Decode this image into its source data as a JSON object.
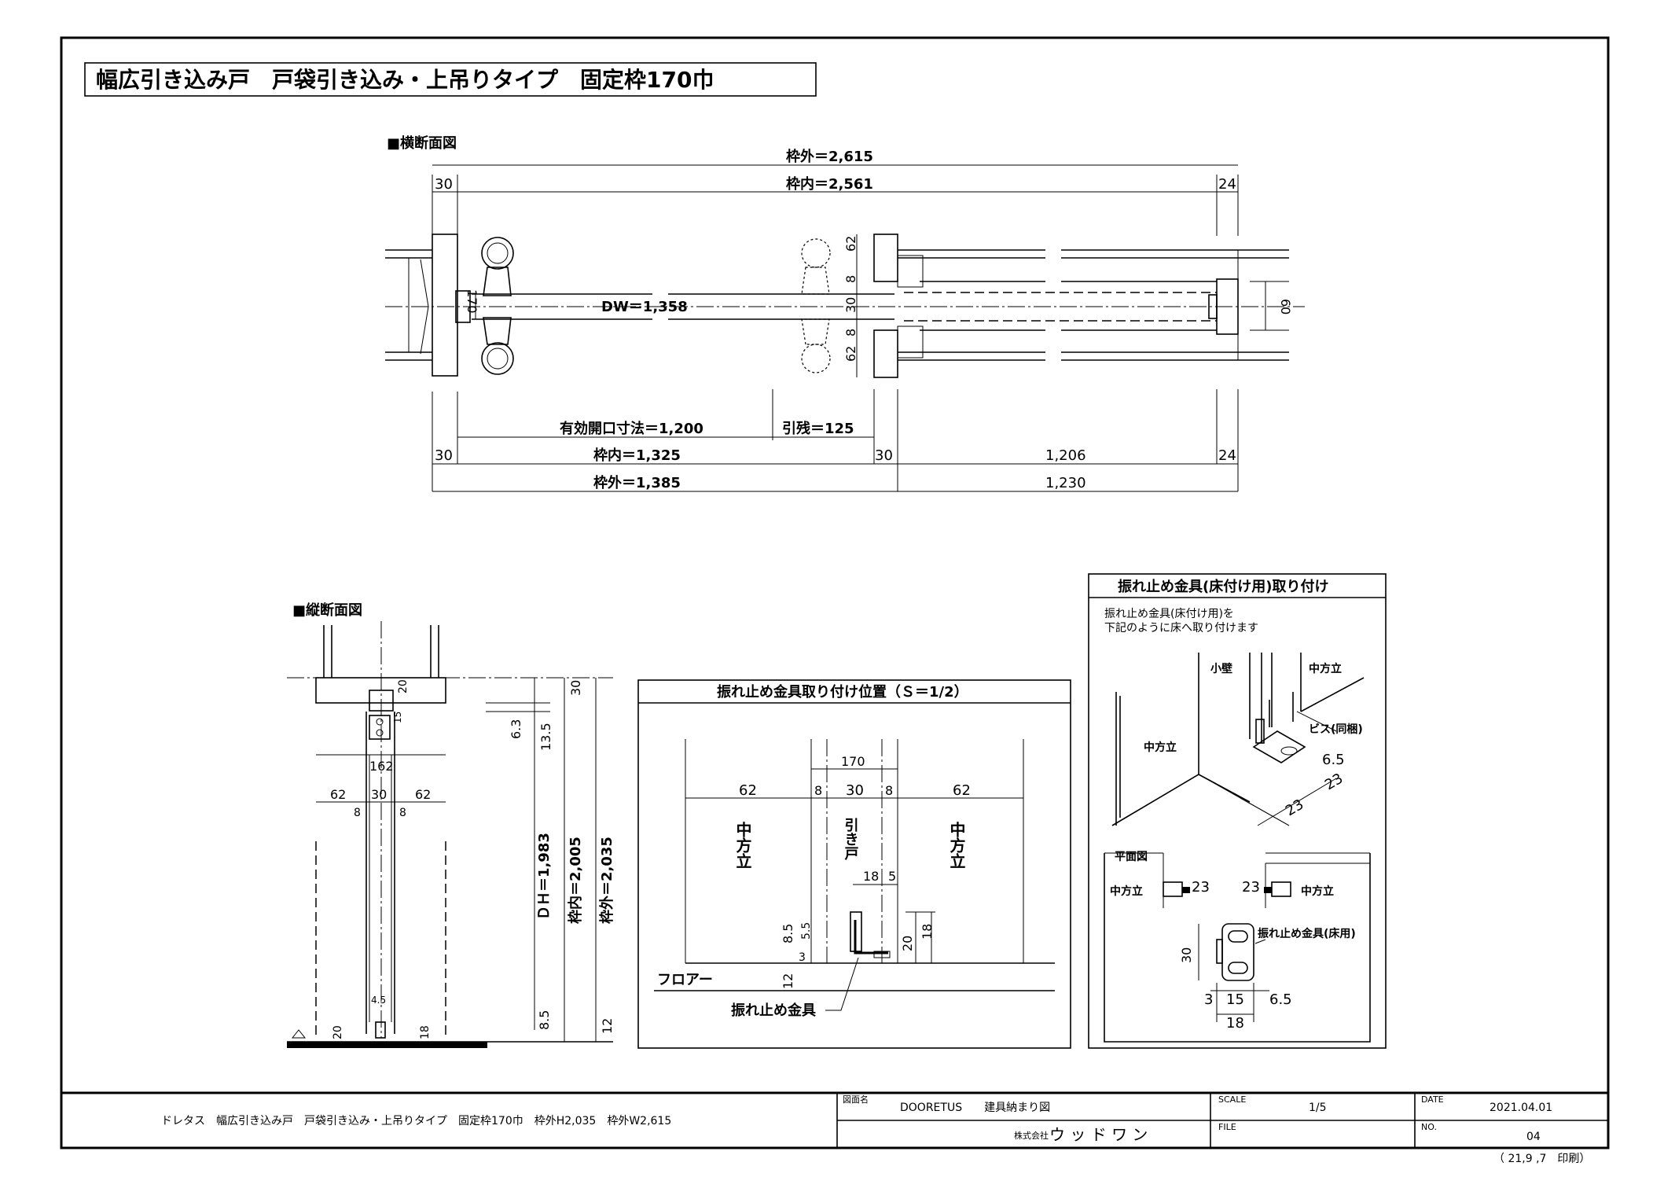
{
  "title": "幅広引き込み戸　戸袋引き込み・上吊りタイプ　固定枠170巾",
  "plan": {
    "heading": "■横断面図",
    "total_outer": "枠外＝2,615",
    "total_inner": "枠内＝2,561",
    "left_30": "30",
    "right_24": "24",
    "dw": "DW＝1,358",
    "v170": "170",
    "v62a": "62",
    "v62b": "62",
    "v8a": "8",
    "v8b": "8",
    "v30": "30",
    "v60": "60",
    "opening": "有効開口寸法＝1,200",
    "pull": "引残＝125",
    "left_inner": "枠内＝1,325",
    "mid_30a": "30",
    "mid_30b": "30",
    "right_inner": "1,206",
    "right_24b": "24",
    "left_outer": "枠外＝1,385",
    "right_outer": "1,230"
  },
  "section": {
    "heading": "■縦断面図",
    "v20": "20",
    "v15": "15",
    "v162": "162",
    "v62a": "62",
    "v30": "30",
    "v62b": "62",
    "v8a": "8",
    "v8b": "8",
    "v45": "4.5",
    "v20b": "20",
    "v18": "18",
    "d63": "6.3",
    "d135": "13.5",
    "d30": "30",
    "dh": "ＤＨ＝1,983",
    "inner": "枠内＝2,005",
    "outer": "枠外＝2,035",
    "d85": "8.5",
    "d12": "12"
  },
  "install": {
    "heading": "振れ止め金具取り付け位置（Ｓ＝1/2）",
    "w170": "170",
    "w62a": "62",
    "w8a": "8",
    "w30": "30",
    "w8b": "8",
    "w62b": "62",
    "post_left": "中方立",
    "door": "引き戸",
    "post_right": "中方立",
    "d18": "18",
    "d5": "5",
    "d85": "8.5",
    "d55": "5.5",
    "d3": "3",
    "d20": "20",
    "d18b": "18",
    "d12": "12",
    "floor": "フロアー",
    "bracket": "振れ止め金具"
  },
  "floor_mount": {
    "heading": "振れ止め金具(床付け用)取り付け",
    "note1": "振れ止め金具(床付け用)を",
    "note2": "下記のように床へ取り付けます",
    "small_wall": "小壁",
    "post_a": "中方立",
    "post_b": "中方立",
    "screw": "ビス(同梱)",
    "v65": "6.5",
    "v23a": "23",
    "v23b": "23",
    "plan_label": "平面図",
    "plan_post_l": "中方立",
    "plan_23a": "23",
    "plan_23b": "23",
    "plan_post_r": "中方立",
    "plan_30": "30",
    "plan_bracket": "振れ止め金具(床用)",
    "p3": "3",
    "p15": "15",
    "p65": "6.5",
    "p18": "18"
  },
  "title_block": {
    "description": "ドレタス　幅広引き込み戸　戸袋引き込み・上吊りタイプ　固定枠170巾　枠外H2,035　枠外W2,615",
    "drawing_name_label": "図面名",
    "drawing_name": "DOORETUS　　建具納まり図",
    "scale_label": "SCALE",
    "scale": "1/5",
    "date_label": "DATE",
    "date": "2021.04.01",
    "company_prefix": "株式会社",
    "company": "ウ ッ ド ワ ン",
    "file_label": "FILE",
    "no_label": "NO.",
    "no": "04",
    "printed": "（ 21,9 ,7　印刷）"
  }
}
